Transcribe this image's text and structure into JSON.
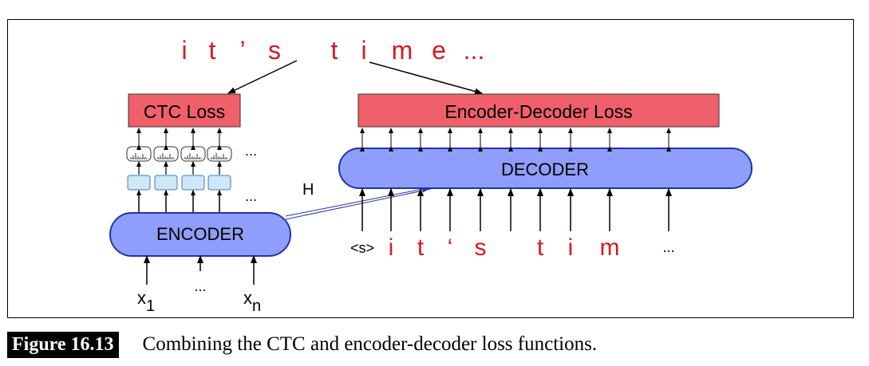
{
  "target_sentence": {
    "chars": [
      "i",
      "t",
      "’",
      "s",
      "t",
      "i",
      "m",
      "e",
      "..."
    ]
  },
  "ctc_loss_label": "CTC Loss",
  "encdec_loss_label": "Encoder-Decoder Loss",
  "encoder_label": "ENCODER",
  "decoder_label": "DECODER",
  "hidden_label": "H",
  "ellipsis": "...",
  "encoder_inputs": {
    "x1_base": "x",
    "x1_sub": "1",
    "xn_base": "x",
    "xn_sub": "n",
    "middle": "..."
  },
  "decoder_inputs": {
    "start_token": "<s>",
    "chars": [
      "i",
      "t",
      "‘",
      "s",
      "t",
      "i",
      "m"
    ],
    "trailing": "..."
  },
  "colors": {
    "target_text": "#d71920",
    "loss_fill": "#f0606a",
    "encoder_fill": "#8f9efb",
    "encoder_stroke": "#2434a0",
    "hidden_box_fill": "#cde8f8",
    "hidden_box_stroke": "#4a7aa8",
    "h_arrow": "#4a5fb8"
  },
  "caption": {
    "label": "Figure 16.13",
    "text": "Combining the CTC and encoder-decoder loss functions."
  }
}
